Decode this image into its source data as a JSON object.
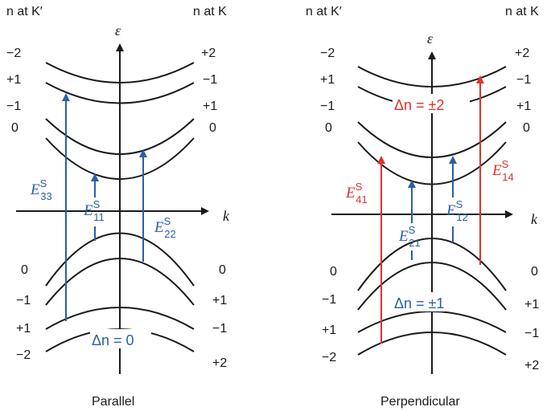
{
  "header": {
    "n_at_Kprime": "n at K′",
    "n_at_K": "n at K"
  },
  "axis": {
    "energy": "ε",
    "k": "k"
  },
  "panels": [
    {
      "caption": "Parallel",
      "left_labels": [
        "−2",
        "+1",
        "−1",
        "0",
        "0",
        "−1",
        "+1",
        "−2"
      ],
      "right_labels": [
        "+2",
        "−1",
        "+1",
        "0",
        "0",
        "+1",
        "−1",
        "+2"
      ],
      "selection_rule": "Δn = 0",
      "transitions": [
        {
          "main": "E",
          "sup": "S",
          "sub": "33",
          "color": "#2a5fa8"
        },
        {
          "main": "E",
          "sup": "S",
          "sub": "11",
          "color": "#2a5fa8"
        },
        {
          "main": "E",
          "sup": "S",
          "sub": "22",
          "color": "#2a5fa8"
        }
      ]
    },
    {
      "caption": "Perpendicular",
      "left_labels": [
        "−2",
        "+1",
        "−1",
        "0",
        "0",
        "−1",
        "+1",
        "−2"
      ],
      "right_labels": [
        "+2",
        "−1",
        "+1",
        "0",
        "0",
        "+1",
        "−1",
        "+2"
      ],
      "selection_rule_upper": "Δn = ±2",
      "selection_rule_lower": "Δn = ±1",
      "transitions": [
        {
          "main": "E",
          "sup": "S",
          "sub": "41",
          "color": "#e03030"
        },
        {
          "main": "E",
          "sup": "S",
          "sub": "21",
          "color": "#2a5fa8"
        },
        {
          "main": "E",
          "sup": "S",
          "sub": "12",
          "color": "#2a5fa8"
        },
        {
          "main": "E",
          "sup": "S",
          "sub": "14",
          "color": "#e03030"
        }
      ]
    }
  ]
}
